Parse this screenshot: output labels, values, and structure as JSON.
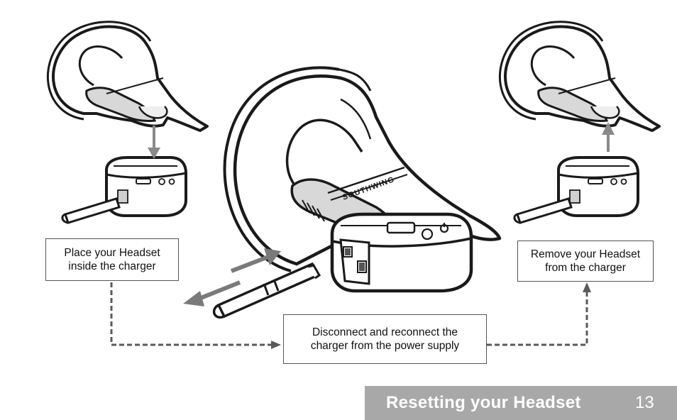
{
  "steps": {
    "place": "Place your Headset\ninside the charger",
    "remove": "Remove your Headset\nfrom the charger",
    "reconnect": "Disconnect and reconnect the\ncharger from the power supply"
  },
  "brand": "SOUTHWING",
  "footer": {
    "title": "Resetting your Headset",
    "page": "13"
  }
}
